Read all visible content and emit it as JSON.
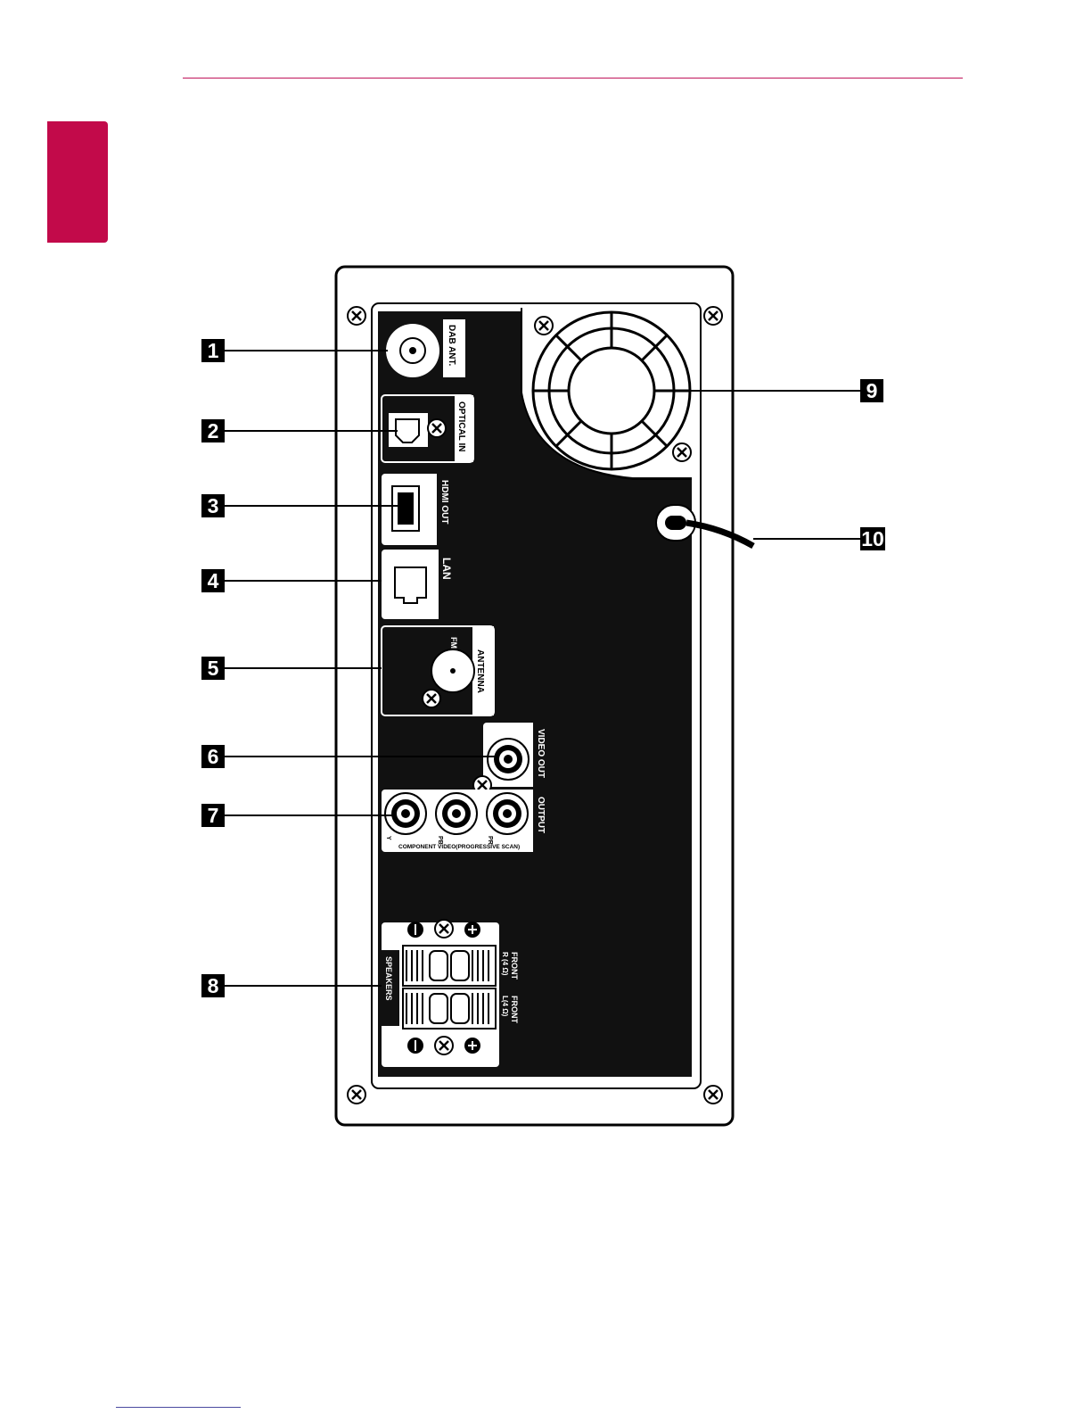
{
  "colors": {
    "accent": "#c20a4a",
    "rule": "#c0145a"
  },
  "callouts": [
    "1",
    "2",
    "3",
    "4",
    "5",
    "6",
    "7",
    "8",
    "9",
    "10"
  ],
  "panel_labels": {
    "dab": "DAB ANT.",
    "optical": "OPTICAL IN",
    "hdmi": "HDMI OUT",
    "lan": "LAN",
    "antenna": "ANTENNA",
    "fm": "FM",
    "video_out": "VIDEO OUT",
    "output": "OUTPUT",
    "y": "Y",
    "pb": "PB",
    "pr": "PR",
    "component": "COMPONENT VIDEO(PROGRESSIVE SCAN)",
    "speakers": "SPEAKERS",
    "front_r": "FRONT",
    "front_r_imp": "R (4 Ω)",
    "front_l": "FRONT",
    "front_l_imp": "L(4 Ω)"
  },
  "icons": [
    "screw-icon",
    "fan-icon",
    "power-cord-icon"
  ]
}
